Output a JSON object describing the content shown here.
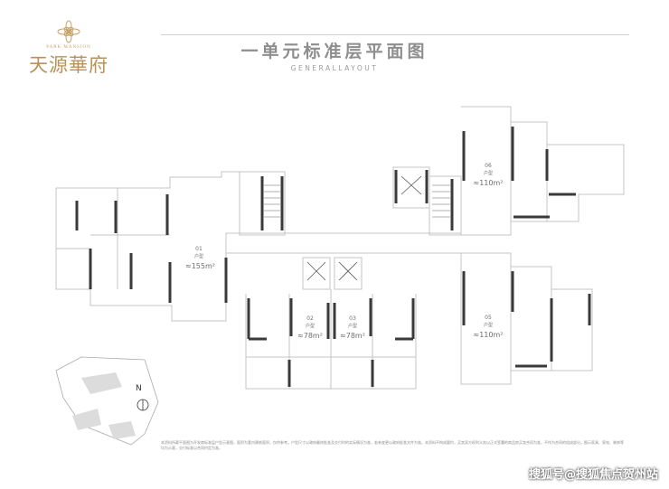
{
  "brand": {
    "name_en": "PARK MANSION",
    "name_cn": "天源華府"
  },
  "header": {
    "title": "一单元标准层平面图",
    "subtitle": "GENERALLAYOUT"
  },
  "units": [
    {
      "num": "01",
      "type": "户型",
      "area": "≈155m²"
    },
    {
      "num": "02",
      "type": "户型",
      "area": "≈78m²"
    },
    {
      "num": "03",
      "type": "户型",
      "area": "≈78m²"
    },
    {
      "num": "06",
      "type": "户型",
      "area": "≈110m²"
    },
    {
      "num": "05",
      "type": "户型",
      "area": "≈110m²"
    }
  ],
  "compass": {
    "north": "N"
  },
  "footnote": "本资料所载平面图为开发商标准层户型示意图，面积为套内建筑面积，仅供参考。户型尺寸以政府最终批准及交付时的实际情况为准，若有变更以政府批准文件为准。本资料不构成要约，买卖双方权利义务以正式签署的商品房买卖合同为准，不作为合同的组成部分。图示家具、家电、装饰等均为示意，交付标准以合同约定为准。",
  "watermark": "搜狐号@搜狐焦点贺州站",
  "colors": {
    "gold": "#b9925a",
    "wall": "#3a3a3a",
    "thin_line": "#c4c4c4"
  }
}
